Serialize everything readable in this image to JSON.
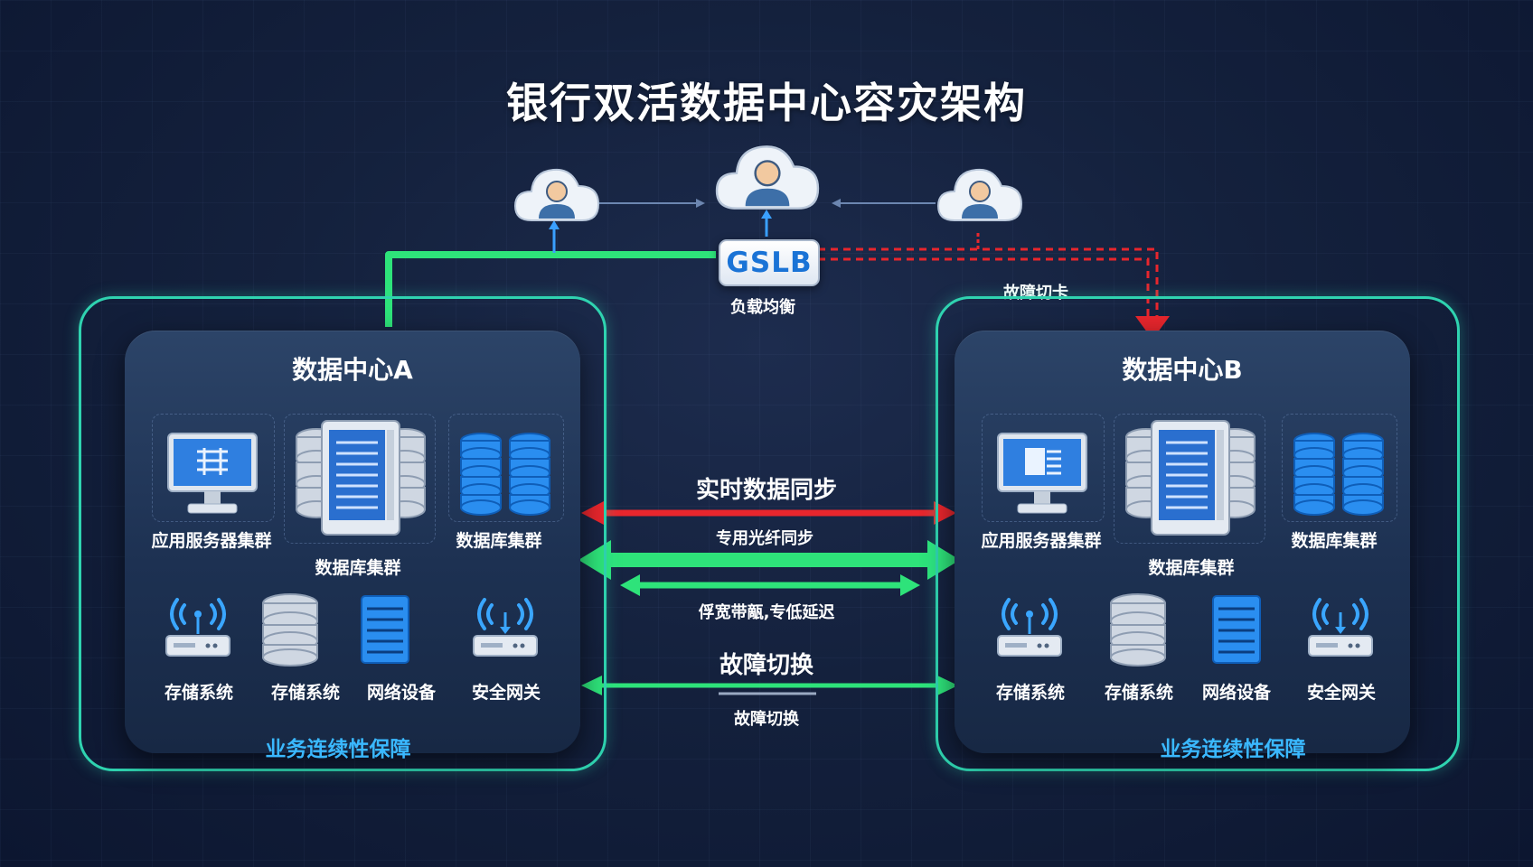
{
  "title": "银行双活数据中心容灾架构",
  "gslb": {
    "label": "GSLB",
    "caption": "负载均衡"
  },
  "failover_label": "故障切卡",
  "datacenters": [
    {
      "title": "数据中心A",
      "labels": [
        "应用服务器集群",
        "数据库集群",
        "数据库集群",
        "存储系统",
        "存储系统",
        "网络设备",
        "安全网关"
      ],
      "footer": "业务连续性保障"
    },
    {
      "title": "数据中心B",
      "labels": [
        "应用服务器集群",
        "数据库集群",
        "数据库集群",
        "存储系统",
        "存储系统",
        "网络设备",
        "安全网关"
      ],
      "footer": "业务连续性保障"
    }
  ],
  "middle": {
    "sync_title": "实时数据同步",
    "fiber_label": "专用光纤同步",
    "bandwidth_label": "俘宽带甋,专低延迟",
    "failover_title": "故障切换",
    "failover_sub": "故障切换"
  },
  "icons": [
    "user-cloud-icon",
    "monitor-icon",
    "server-tower-icon",
    "database-stack-icon",
    "wifi-router-icon",
    "storage-cylinder-icon",
    "rack-server-icon"
  ],
  "colors": {
    "green": "#2ee37a",
    "red": "#e8262d",
    "teal_border": "#2fd3b0",
    "footer_blue": "#3ab8ff",
    "gslb_blue": "#1a73d6"
  }
}
